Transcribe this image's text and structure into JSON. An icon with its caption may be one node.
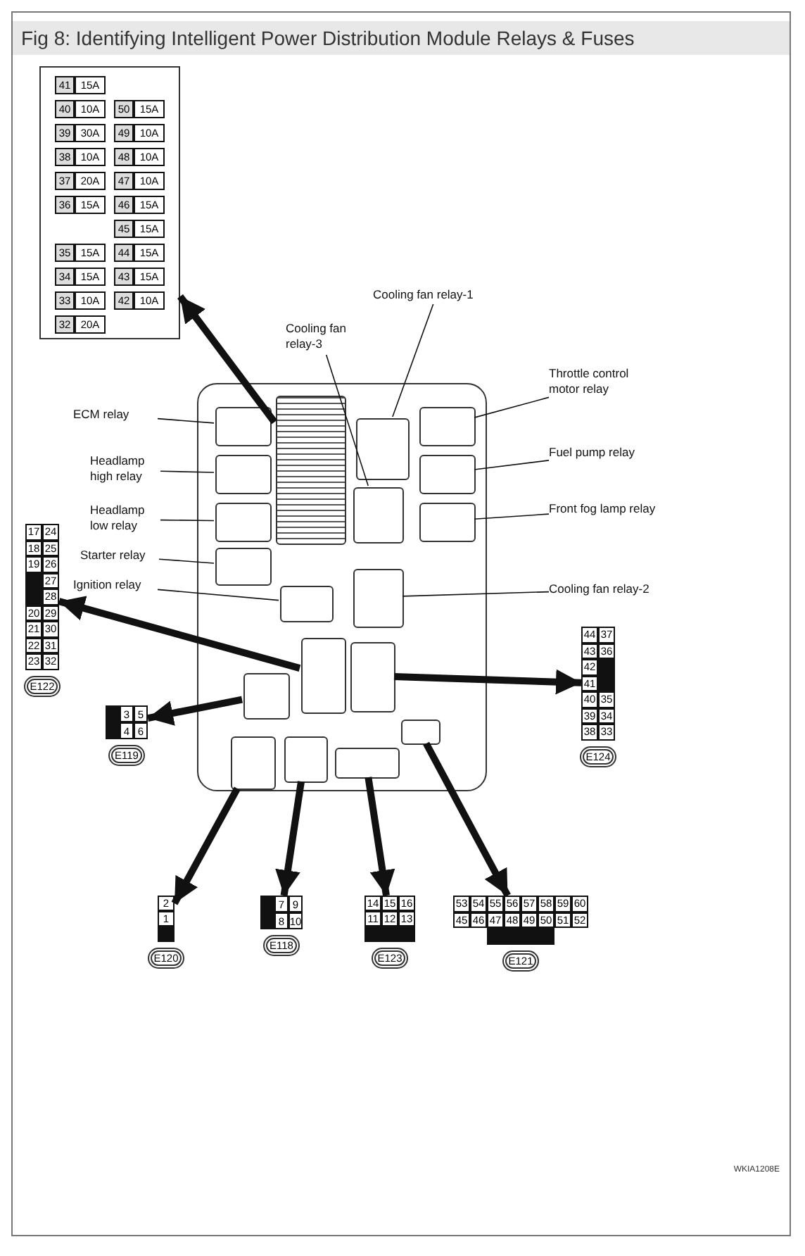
{
  "diagram": {
    "title": "Fig 8: Identifying Intelligent Power Distribution Module Relays & Fuses",
    "nodes": [
      {
        "text": [],
        "shape": "box"
      },
      {
        "text": [
          "41",
          "15A"
        ],
        "in": 0
      },
      {
        "text": [
          "40",
          "10A"
        ],
        "in": 0
      },
      {
        "text": [
          "50",
          "15A"
        ],
        "in": 0
      },
      {
        "text": [
          "39",
          "30A"
        ],
        "in": 0
      },
      {
        "text": [
          "49",
          "10A"
        ],
        "in": 0
      },
      {
        "text": [
          "38",
          "10A"
        ],
        "in": 0
      },
      {
        "text": [
          "48",
          "10A"
        ],
        "in": 0
      },
      {
        "text": [
          "37",
          "20A"
        ],
        "in": 0
      },
      {
        "text": [
          "47",
          "10A"
        ],
        "in": 0
      },
      {
        "text": [
          "36",
          "15A"
        ],
        "in": 0
      },
      {
        "text": [
          "46",
          "15A"
        ],
        "in": 0
      },
      {
        "text": [
          "45",
          "15A"
        ],
        "in": 0
      },
      {
        "text": [
          "35",
          "15A"
        ],
        "in": 0
      },
      {
        "text": [
          "44",
          "15A"
        ],
        "in": 0
      },
      {
        "text": [
          "34",
          "15A"
        ],
        "in": 0
      },
      {
        "text": [
          "43",
          "15A"
        ],
        "in": 0
      },
      {
        "text": [
          "33",
          "10A"
        ],
        "in": 0
      },
      {
        "text": [
          "42",
          "10A"
        ],
        "in": 0
      },
      {
        "text": [
          "32",
          "20A"
        ],
        "in": 0
      },
      {
        "text": [],
        "shape": "box"
      },
      {
        "text": [],
        "shape": "box",
        "in": 20
      },
      {
        "text": [],
        "shape": "box",
        "in": 20
      },
      {
        "text": [],
        "shape": "box",
        "in": 20
      },
      {
        "text": [],
        "shape": "box",
        "in": 20
      },
      {
        "text": [],
        "shape": "box",
        "in": 20
      },
      {
        "text": [],
        "shape": "box",
        "in": 20
      },
      {
        "text": [],
        "shape": "box",
        "in": 20
      },
      {
        "text": [],
        "shape": "box",
        "in": 20
      },
      {
        "text": [],
        "shape": "box",
        "in": 20
      },
      {
        "text": [],
        "shape": "box",
        "in": 20
      },
      {
        "text": [],
        "shape": "box",
        "in": 20
      },
      {
        "text": [],
        "shape": "box",
        "in": 20
      },
      {
        "text": [],
        "shape": "box",
        "in": 20
      },
      {
        "text": [],
        "shape": "box",
        "in": 20
      },
      {
        "text": [],
        "shape": "box",
        "in": 20
      },
      {
        "text": [],
        "shape": "box",
        "in": 20
      },
      {
        "text": [],
        "shape": "box",
        "in": 20
      },
      {
        "text": [],
        "shape": "box",
        "in": 20
      },
      {
        "text": [],
        "shape": "box",
        "in": 20
      },
      {
        "text": [
          "ECM relay"
        ]
      },
      {
        "text": [
          "Headlamp high relay"
        ]
      },
      {
        "text": [
          "Headlamp low relay"
        ]
      },
      {
        "text": [
          "Starter relay"
        ]
      },
      {
        "text": [
          "Ignition relay"
        ]
      },
      {
        "text": [
          "Cooling fan relay-3"
        ]
      },
      {
        "text": [
          "Cooling fan relay-1"
        ]
      },
      {
        "text": [
          "Throttle control motor relay"
        ]
      },
      {
        "text": [
          "Fuel pump relay"
        ]
      },
      {
        "text": [
          "Front fog lamp relay"
        ]
      },
      {
        "text": [
          "Cooling fan relay-2"
        ]
      },
      {
        "text": [
          "17",
          "24",
          "18",
          "25",
          "19",
          "26",
          "27",
          "28",
          "20",
          "29",
          "21",
          "30",
          "22",
          "31",
          "23",
          "32"
        ],
        "beside": [
          "E122"
        ]
      },
      {
        "text": [
          "44",
          "37",
          "43",
          "36",
          "42",
          "41",
          "40",
          "35",
          "39",
          "34",
          "38",
          "33"
        ],
        "beside": [
          "E124"
        ]
      },
      {
        "text": [
          "3",
          "5",
          "4",
          "6"
        ],
        "beside": [
          "E119"
        ]
      },
      {
        "text": [
          "2",
          "1"
        ],
        "beside": [
          "E120"
        ]
      },
      {
        "text": [
          "7",
          "9",
          "8",
          "10"
        ],
        "beside": [
          "E118"
        ]
      },
      {
        "text": [
          "14",
          "15",
          "16",
          "11",
          "12",
          "13"
        ],
        "beside": [
          "E123"
        ]
      },
      {
        "text": [
          "53",
          "54",
          "55",
          "56",
          "57",
          "58",
          "59",
          "60",
          "45",
          "46",
          "47",
          "48",
          "49",
          "50",
          "51",
          "52"
        ],
        "beside": [
          "E121"
        ]
      }
    ],
    "edges": [
      {
        "from": 40,
        "to": 22,
        "arrow": "none"
      },
      {
        "from": 41,
        "to": 23,
        "arrow": "none"
      },
      {
        "from": 42,
        "to": 24,
        "arrow": "none"
      },
      {
        "from": 43,
        "to": 25,
        "arrow": "none"
      },
      {
        "from": 44,
        "to": 26,
        "arrow": "none"
      },
      {
        "from": 45,
        "to": 27,
        "arrow": "none"
      },
      {
        "from": 46,
        "to": 28,
        "arrow": "none"
      },
      {
        "from": 47,
        "to": 29,
        "arrow": "none"
      },
      {
        "from": 48,
        "to": 30,
        "arrow": "none"
      },
      {
        "from": 49,
        "to": 31,
        "arrow": "none"
      },
      {
        "from": 50,
        "to": 32,
        "arrow": "none"
      },
      {
        "from": 21,
        "to": 0,
        "arrow": "to",
        "style": "thick"
      },
      {
        "from": 33,
        "to": 51,
        "arrow": "to",
        "style": "thick"
      },
      {
        "from": 34,
        "to": 52,
        "arrow": "to",
        "style": "thick"
      },
      {
        "from": 35,
        "to": 53,
        "arrow": "to",
        "style": "thick"
      },
      {
        "from": 36,
        "to": 54,
        "arrow": "to",
        "style": "thick"
      },
      {
        "from": 37,
        "to": 55,
        "arrow": "to",
        "style": "thick"
      },
      {
        "from": 38,
        "to": 56,
        "arrow": "to",
        "style": "thick"
      },
      {
        "from": 39,
        "to": 57,
        "arrow": "to",
        "style": "thick"
      }
    ],
    "labels": [
      "WKIA1208E"
    ]
  }
}
